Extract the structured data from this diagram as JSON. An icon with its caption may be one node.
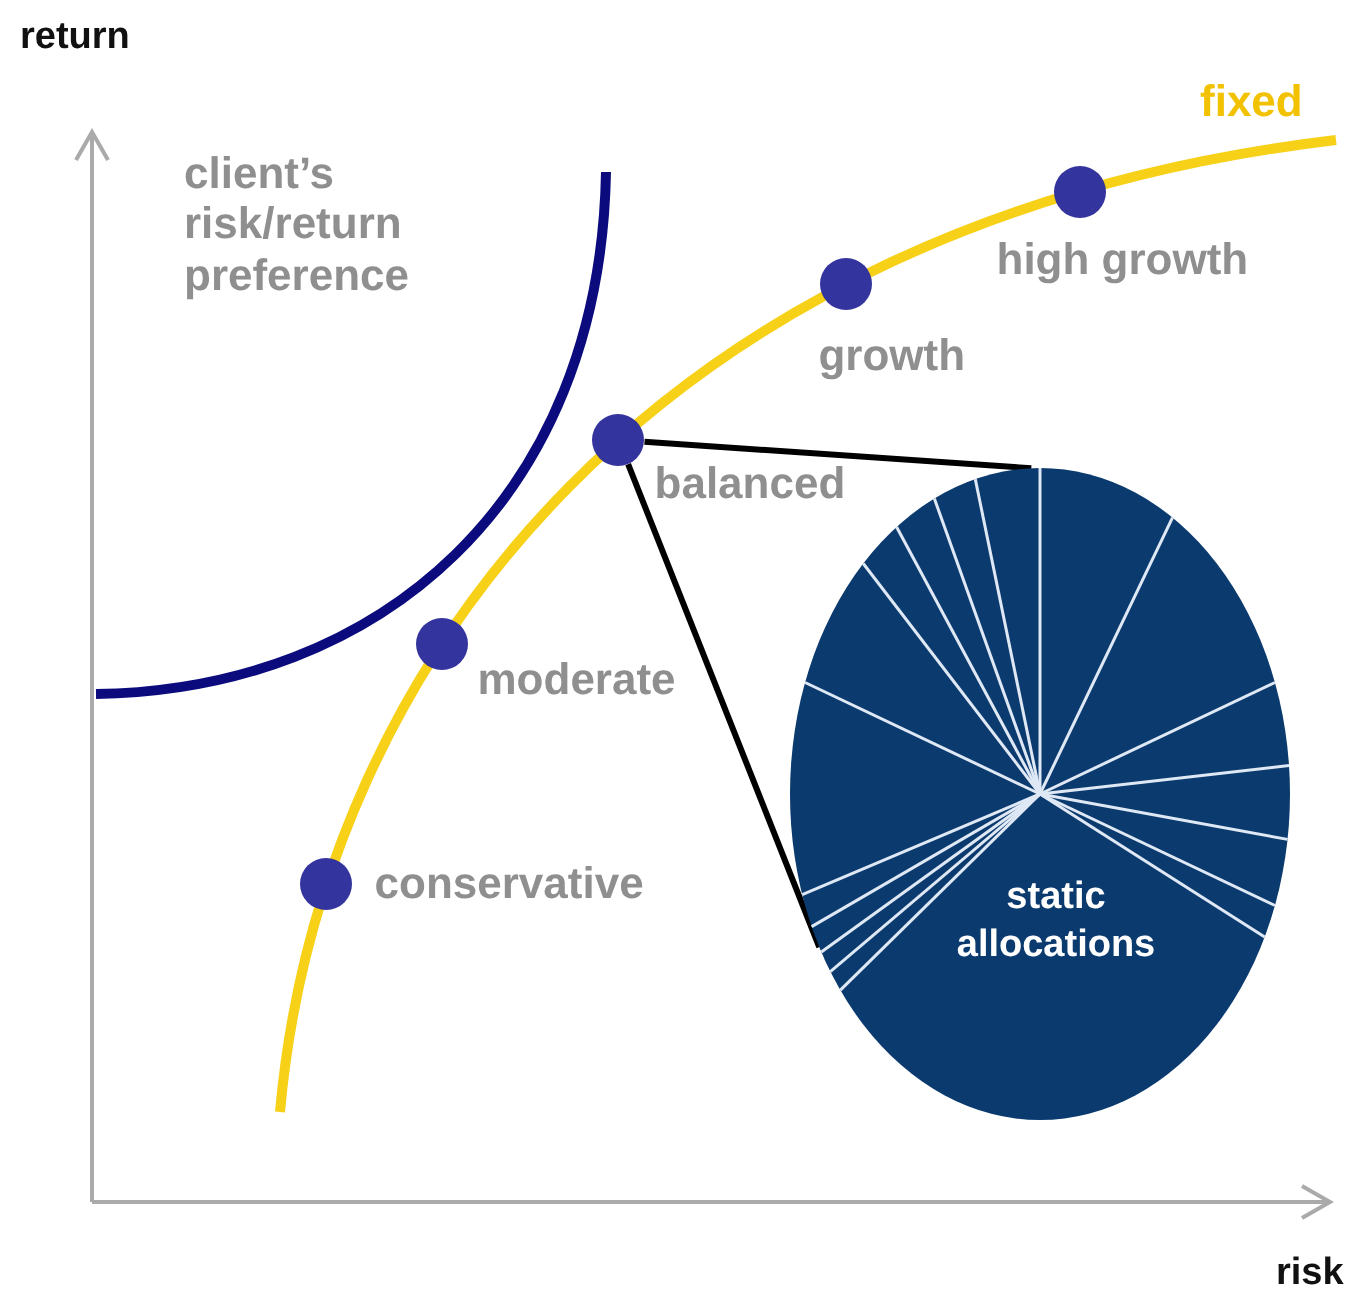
{
  "diagram": {
    "nodes": [
      {
        "text": [],
        "shape": "circle",
        "beside": [
          "conservative"
        ]
      },
      {
        "text": [],
        "shape": "circle",
        "beside": [
          "moderate"
        ]
      },
      {
        "text": [],
        "shape": "circle",
        "beside": [
          "balanced"
        ]
      },
      {
        "text": [],
        "shape": "circle",
        "beside": [
          "growth"
        ]
      },
      {
        "text": [],
        "shape": "circle",
        "beside": [
          "high growth"
        ]
      },
      {
        "text": [
          "static allocations"
        ]
      }
    ],
    "edges": [
      {
        "from": 2,
        "to": 5,
        "arrow": "none"
      },
      {
        "from": 2,
        "to": 5,
        "arrow": "none"
      }
    ],
    "labels": [
      "return",
      "client’s risk/return preference",
      "fixed",
      "risk"
    ]
  }
}
